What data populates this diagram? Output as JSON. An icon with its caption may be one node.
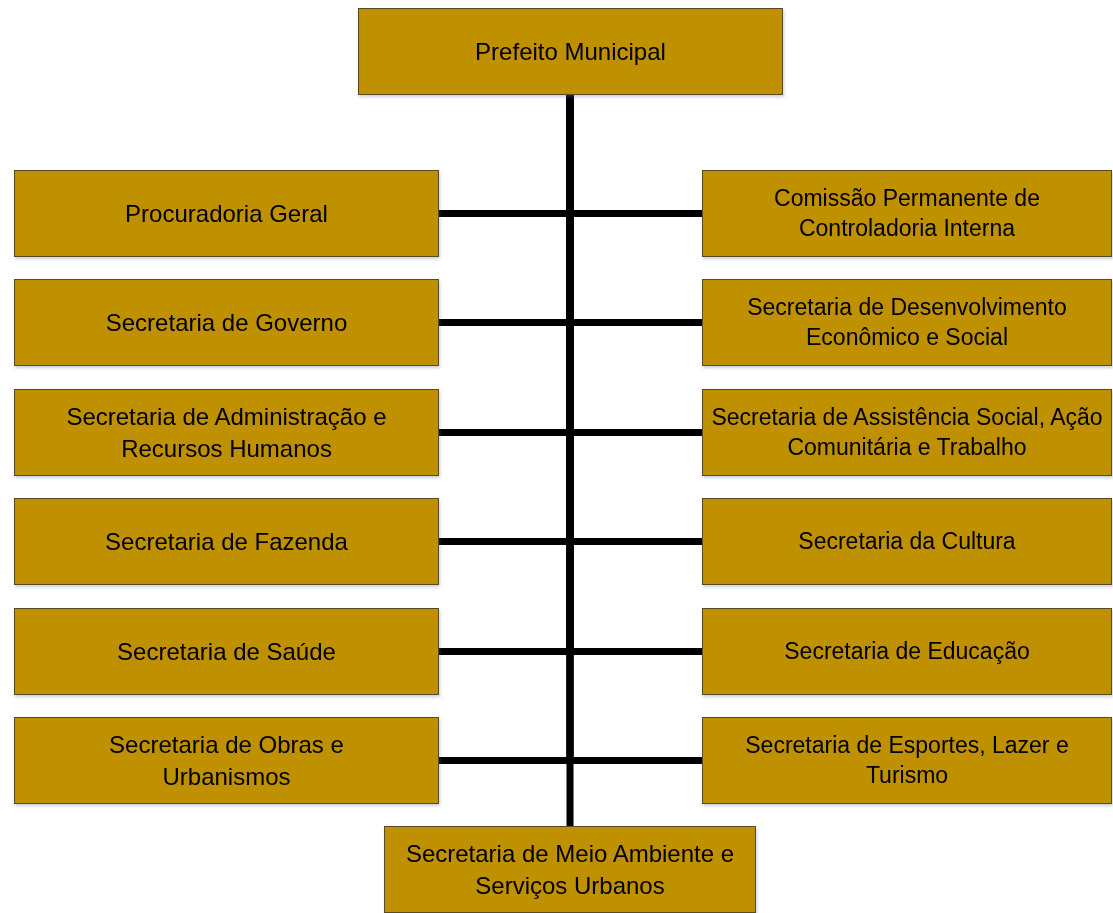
{
  "diagram": {
    "nodes": [
      {
        "text": [
          "Prefeito Municipal"
        ]
      },
      {
        "text": [
          "Procuradoria Geral"
        ]
      },
      {
        "text": [
          "Comissão Permanente de Controladoria Interna"
        ]
      },
      {
        "text": [
          "Secretaria de Governo"
        ]
      },
      {
        "text": [
          "Secretaria de Desenvolvimento Econômico e Social"
        ]
      },
      {
        "text": [
          "Secretaria de Administração e Recursos Humanos"
        ]
      },
      {
        "text": [
          "Secretaria de Assistência Social, Ação Comunitária e Trabalho"
        ]
      },
      {
        "text": [
          "Secretaria de Fazenda"
        ]
      },
      {
        "text": [
          "Secretaria da Cultura"
        ]
      },
      {
        "text": [
          "Secretaria de Saúde"
        ]
      },
      {
        "text": [
          "Secretaria de Educação"
        ]
      },
      {
        "text": [
          "Secretaria de Obras e Urbanismos"
        ]
      },
      {
        "text": [
          "Secretaria de Esportes, Lazer e Turismo"
        ]
      },
      {
        "text": [
          "Secretaria de Meio Ambiente e Serviços Urbanos"
        ]
      }
    ],
    "edges": [
      {
        "from": 0,
        "to": 1,
        "arrow": "none"
      },
      {
        "from": 0,
        "to": 2,
        "arrow": "none"
      },
      {
        "from": 0,
        "to": 3,
        "arrow": "none"
      },
      {
        "from": 0,
        "to": 4,
        "arrow": "none"
      },
      {
        "from": 0,
        "to": 5,
        "arrow": "none"
      },
      {
        "from": 0,
        "to": 6,
        "arrow": "none"
      },
      {
        "from": 0,
        "to": 7,
        "arrow": "none"
      },
      {
        "from": 0,
        "to": 8,
        "arrow": "none"
      },
      {
        "from": 0,
        "to": 9,
        "arrow": "none"
      },
      {
        "from": 0,
        "to": 10,
        "arrow": "none"
      },
      {
        "from": 0,
        "to": 11,
        "arrow": "none"
      },
      {
        "from": 0,
        "to": 12,
        "arrow": "none"
      },
      {
        "from": 0,
        "to": 13,
        "arrow": "none"
      }
    ]
  }
}
